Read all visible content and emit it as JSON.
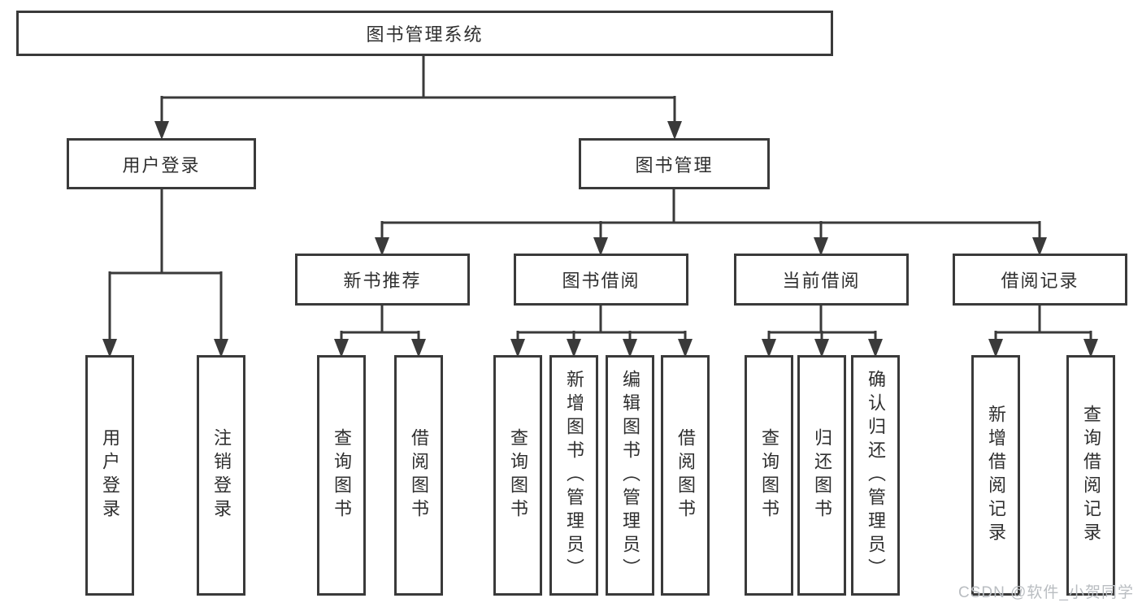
{
  "diagram": {
    "root": {
      "label": "图书管理系统"
    },
    "level2": {
      "user_login": {
        "label": "用户登录"
      },
      "book_mgmt": {
        "label": "图书管理"
      }
    },
    "level3": {
      "new_book_rec": {
        "label": "新书推荐"
      },
      "book_borrow": {
        "label": "图书借阅"
      },
      "current_borrow": {
        "label": "当前借阅"
      },
      "borrow_records": {
        "label": "借阅记录"
      }
    },
    "groups": {
      "user_login": [
        "用户登录",
        "注销登录"
      ],
      "new_book_rec": [
        "查询图书",
        "借阅图书"
      ],
      "book_borrow": [
        "查询图书",
        "新增图书（管理员）",
        "编辑图书（管理员）",
        "借阅图书"
      ],
      "current_borrow": [
        "查询图书",
        "归还图书",
        "确认归还（管理员）"
      ],
      "borrow_records": [
        "新增借阅记录",
        "查询借阅记录"
      ]
    }
  },
  "colors": {
    "line": "#3a3a3a",
    "box_border": "#3a3a3a",
    "box_fill": "#ffffff",
    "text": "#2f2f2f",
    "watermark": "#b9bdc1"
  },
  "watermark": {
    "text": "CSDN @软件_小贺同学"
  }
}
